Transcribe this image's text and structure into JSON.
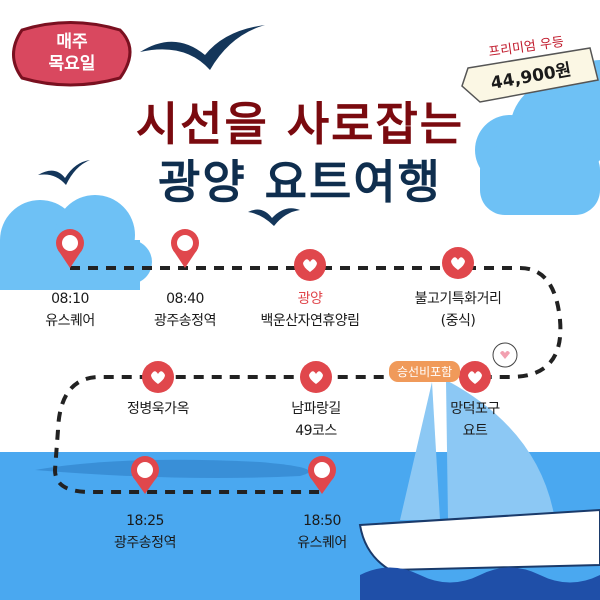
{
  "badge": {
    "line1": "매주",
    "line2": "목요일"
  },
  "price_tag": {
    "label": "프리미엄 우등",
    "price": "44,900원"
  },
  "title": {
    "line1": "시선을 사로잡는",
    "line2": "광양 요트여행"
  },
  "stops": [
    {
      "time": "08:10",
      "name": "유스퀘어",
      "icon": "map-pin-icon"
    },
    {
      "time": "08:40",
      "name": "광주송정역",
      "icon": "map-pin-icon"
    },
    {
      "region": "광양",
      "name": "백운산자연휴양림",
      "icon": "heart-icon"
    },
    {
      "name": "불고기특화거리",
      "note": "(중식)",
      "icon": "heart-icon"
    },
    {
      "name": "망덕포구",
      "note": "요트",
      "tag": "승선비포함",
      "icon": "heart-icon"
    },
    {
      "name": "남파랑길",
      "note": "49코스",
      "icon": "heart-icon"
    },
    {
      "name": "정병욱가옥",
      "icon": "heart-icon"
    },
    {
      "time": "18:25",
      "name": "광주송정역",
      "icon": "map-pin-icon"
    },
    {
      "time": "18:50",
      "name": "유스퀘어",
      "icon": "map-pin-icon"
    }
  ],
  "colors": {
    "accent": "#e0474c",
    "title_red": "#7a0a0f",
    "title_navy": "#0f2e4e",
    "sea": "#4aa8f0",
    "cloud": "#6ec1f5",
    "badge": "#d9485f"
  }
}
